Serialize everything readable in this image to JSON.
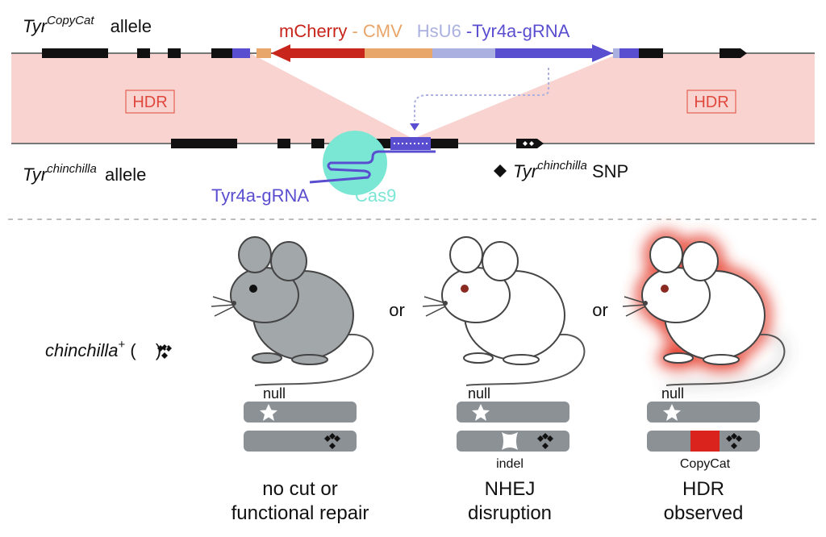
{
  "top": {
    "copycat_label": {
      "tyr": "Tyr",
      "sup": "CopyCat",
      "rest": " allele"
    },
    "chinchilla_label": {
      "tyr": "Tyr",
      "sup": "chinchilla",
      "rest": " allele"
    },
    "snp_label": {
      "tyr": "Tyr",
      "sup": "chinchilla",
      "rest": " SNP"
    },
    "cassette": {
      "mcherry": "mCherry",
      "dash1": " - ",
      "cmv": "CMV",
      "hsu6": "HsU6",
      "dash2": " -",
      "grna": "Tyr4a-gRNA"
    },
    "hdr_left": "HDR",
    "hdr_right": "HDR",
    "grna_label": "Tyr4a-gRNA",
    "cas9_label": "Cas9"
  },
  "bottom": {
    "genotype_prefix": "chinchilla",
    "genotype_sup": "+",
    "genotype_suffix_open": " (",
    "genotype_suffix_close": "):",
    "or1": "or",
    "or2": "or",
    "panels": [
      {
        "null_label": "null",
        "chrom_label": "",
        "caption_line1": "no cut or",
        "caption_line2": "functional repair"
      },
      {
        "null_label": "null",
        "chrom_label": "indel",
        "caption_line1": "NHEJ",
        "caption_line2": "disruption"
      },
      {
        "null_label": "null",
        "chrom_label": "CopyCat",
        "caption_line1": "HDR",
        "caption_line2": "observed"
      }
    ]
  },
  "colors": {
    "mcherry": "#c8251c",
    "cmv": "#e8a66a",
    "hsu6": "#aab0e0",
    "grna": "#5a4ed0",
    "hdr_fill": "#f8d3cf",
    "hdr_text": "#e0483e",
    "cas9": "#7ae6d4",
    "chrom": "#8c9196",
    "mouse_grey": "#a2a7aa",
    "copycat_block": "#d9231c"
  }
}
